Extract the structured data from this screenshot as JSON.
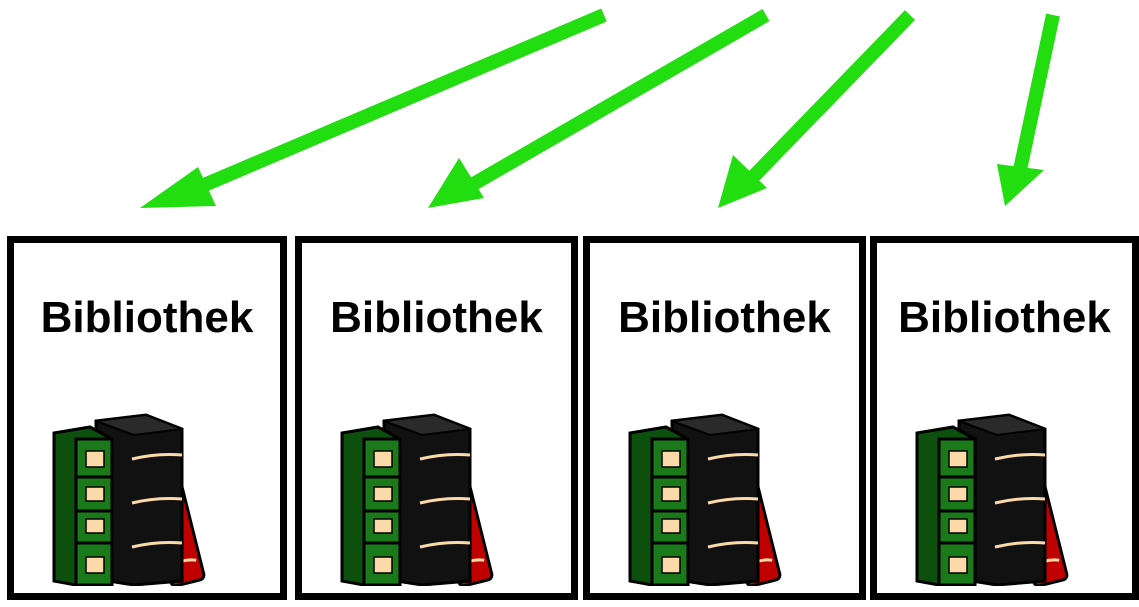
{
  "colors": {
    "arrow": "#22dd10",
    "border": "#000000",
    "book_green": "#1a7a1a",
    "book_black": "#111111",
    "book_red": "#c00000",
    "label_cream": "#fbd9a8"
  },
  "cards": [
    {
      "label": "Bibliothek",
      "icon": "books-icon"
    },
    {
      "label": "Bibliothek",
      "icon": "books-icon"
    },
    {
      "label": "Bibliothek",
      "icon": "books-icon"
    },
    {
      "label": "Bibliothek",
      "icon": "books-icon"
    }
  ]
}
